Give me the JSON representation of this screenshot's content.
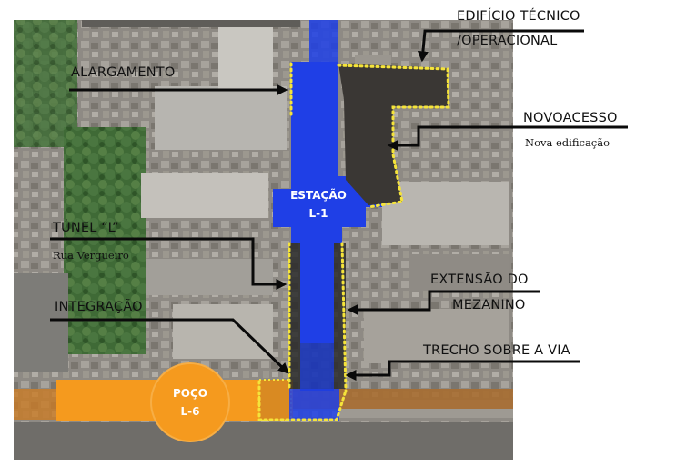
{
  "map": {
    "labels": {
      "edificio_tecnico_1": "EDIFÍCIO TÉCNICO",
      "edificio_tecnico_2": "/OPERACIONAL",
      "alargamento": "ALARGAMENTO",
      "novo_acesso": "NOVOACESSO",
      "nova_edificacao": "Nova edificação",
      "tunel_l": "TÚNEL “L”",
      "rua_vergueiro": "Rua Vergueiro",
      "integracao": "INTEGRAÇÃO",
      "extensao_1": "EXTENSÃO DO",
      "extensao_2": "MEZANINO",
      "trecho": "TRECHO SOBRE A VIA",
      "estacao_1": "ESTAÇÃO",
      "estacao_2": "L-1",
      "poco_1": "POÇO",
      "poco_2": "L-6"
    },
    "colors": {
      "station_blue": "#1f3fe6",
      "shaft_orange": "#f59a1e",
      "outline_yellow": "#f5e43a",
      "arrow": "#0a0a0a"
    }
  }
}
